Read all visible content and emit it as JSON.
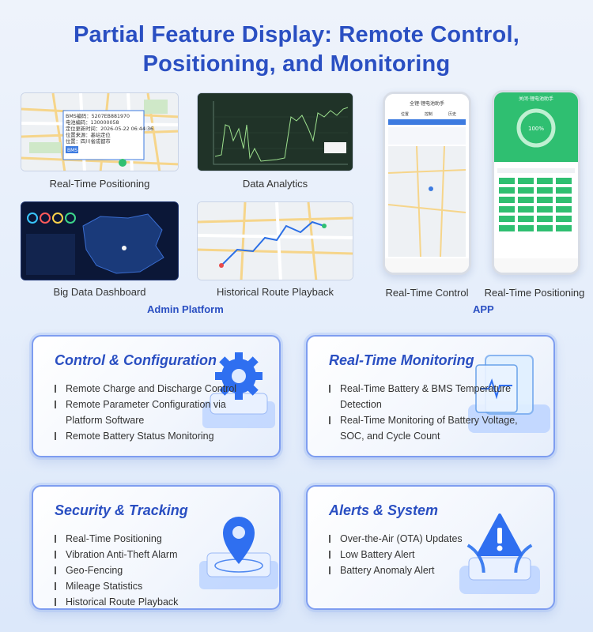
{
  "title": {
    "line1": "Partial Feature Display: Remote Control,",
    "line2": "Positioning, and Monitoring"
  },
  "admin": {
    "label": "Admin Platform",
    "panels": [
      {
        "caption": "Real-Time Positioning"
      },
      {
        "caption": "Data Analytics"
      },
      {
        "caption": "Big Data Dashboard"
      },
      {
        "caption": "Historical Route Playback"
      }
    ],
    "map_popup": {
      "lines": [
        "BMS编码：5207EB881970",
        "电池编码：130000058",
        "定位更新时间：2026-05-22 06:44:36",
        "位置来源：基站定位",
        "位置：四川省成都市"
      ],
      "chip": "BMS"
    }
  },
  "app": {
    "label": "APP",
    "phones": [
      {
        "caption": "Real-Time Control"
      },
      {
        "caption": "Real-Time Positioning"
      }
    ],
    "phone1": {
      "title": "全锂·锂电池助手",
      "tabs": [
        "位置",
        "控制",
        "历史"
      ]
    },
    "phone2": {
      "title": "关闭·锂电池助手",
      "gauge": "100%"
    }
  },
  "features": [
    {
      "title": "Control & Configuration",
      "items": [
        "Remote Charge and Discharge Control",
        "Remote Parameter Configuration via",
        "Platform Software",
        "Remote Battery Status Monitoring"
      ]
    },
    {
      "title": "Real-Time Monitoring",
      "items": [
        "Real-Time Battery & BMS Temperature",
        "Detection",
        "Real-Time Monitoring of Battery Voltage,",
        "SOC, and Cycle Count"
      ]
    },
    {
      "title": "Security & Tracking",
      "items": [
        "Real-Time Positioning",
        "Vibration Anti-Theft Alarm",
        "Geo-Fencing",
        "Mileage Statistics",
        "Historical Route Playback"
      ]
    },
    {
      "title": "Alerts & System",
      "items": [
        "Over-the-Air (OTA) Updates",
        "Low Battery Alert",
        "Battery Anomaly Alert"
      ]
    }
  ],
  "colors": {
    "accent": "#2a4fc2",
    "card_border": "#7e9df0",
    "app_green": "#2fbf71"
  },
  "icons": [
    "gear-icon",
    "battery-monitor-icon",
    "location-pin-icon",
    "warning-icon"
  ]
}
